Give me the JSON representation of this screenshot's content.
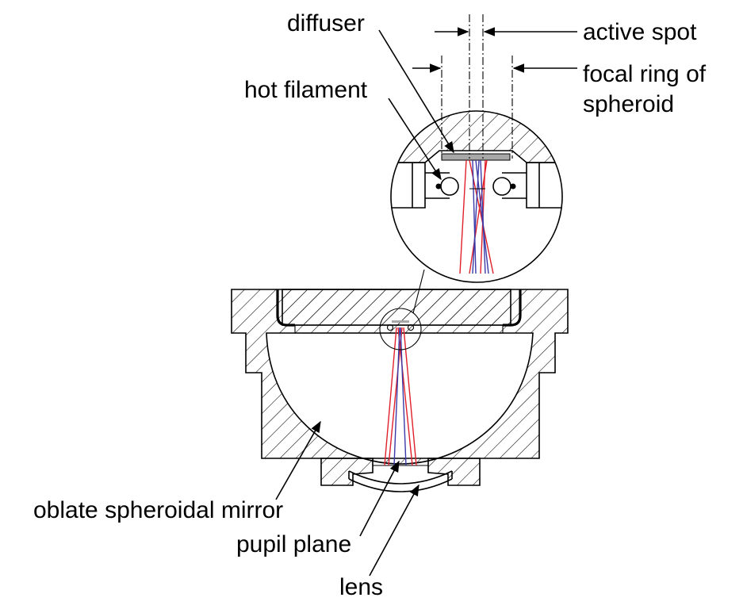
{
  "labels": {
    "diffuser": "diffuser",
    "active_spot": "active spot",
    "focal_ring_line1": "focal ring of",
    "focal_ring_line2": "spheroid",
    "hot_filament": "hot filament",
    "oblate_mirror": "oblate spheroidal mirror",
    "pupil_plane": "pupil plane",
    "lens": "lens"
  },
  "colors": {
    "ray_red": "#e0202a",
    "ray_blue": "#3a3aa8",
    "diffuser_gray": "#a8a8a8",
    "outline": "#000000"
  }
}
